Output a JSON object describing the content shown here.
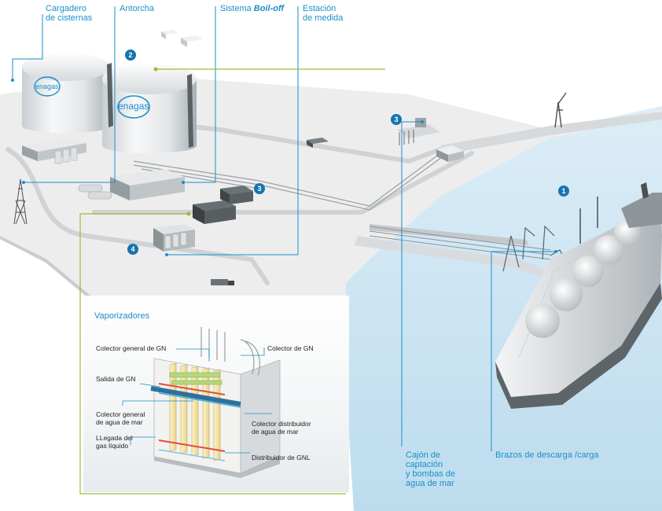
{
  "labels": {
    "cargadero": "Cargadero\nde cisternas",
    "antorcha": "Antorcha",
    "sistema_prefix": "Sistema ",
    "sistema_italic": "Boil-off",
    "estacion": "Estación\nde medida",
    "cajon": "Cajón de\ncaptación\ny bombas de\nagua de mar",
    "brazos": "Brazos de descarga /carga"
  },
  "badges": [
    "2",
    "3",
    "3",
    "4",
    "1"
  ],
  "logo_text": "enagas",
  "inset": {
    "title": "Vaporizadores",
    "labels": {
      "colector_general_gn": "Colector general de GN",
      "salida_gn": "Salida de GN",
      "colector_general_agua": "Colector general\nde agua de mar",
      "llegada_gas": "LLegada del\ngas líquido",
      "colector_gn": "Colector de GN",
      "colector_distribuidor": "Colector distribuidor\nde agua de mar",
      "distribuidor_gnl": "Distribuidor de GNL"
    }
  },
  "colors": {
    "label_blue": "#1a8fc9",
    "badge_blue": "#1574b0",
    "leader_green": "#a6b83a",
    "sea": "#c9e4f3",
    "land": "#ececec"
  }
}
